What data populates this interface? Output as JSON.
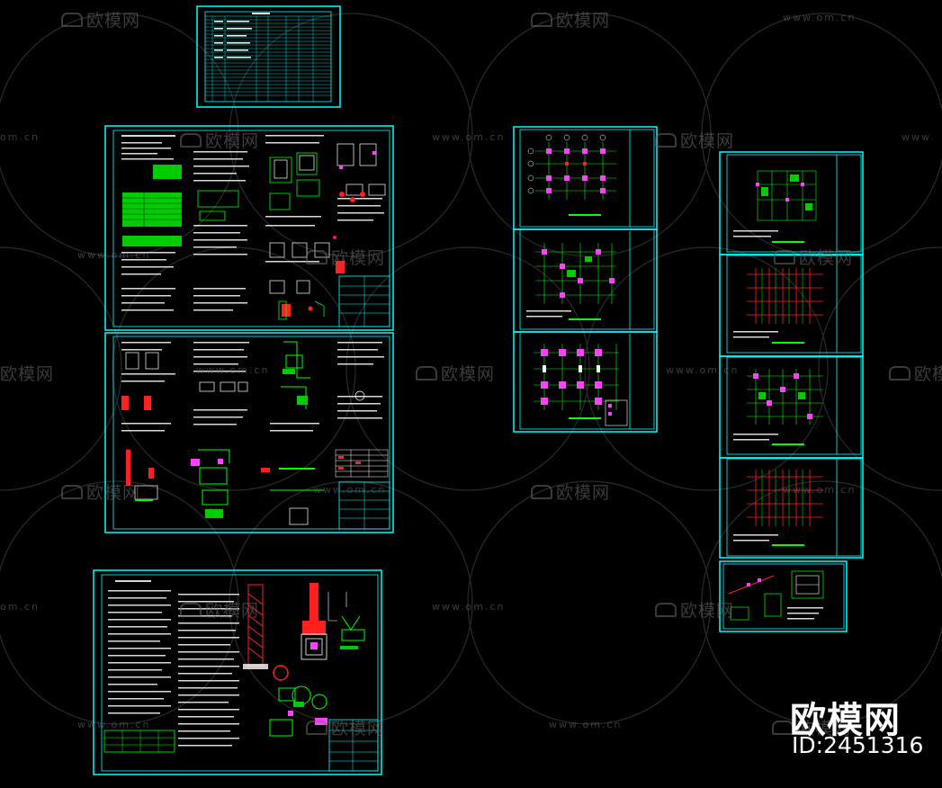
{
  "watermark": {
    "brand_text": "欧模网",
    "url_text": "www.om.cn",
    "url_partial_left": "om.cn",
    "url_partial_right": "www."
  },
  "brand": {
    "name": "欧模网",
    "id_text": "ID:2451316"
  },
  "colors": {
    "background": "#000000",
    "frame": "#00ffff",
    "green": "#00ff00",
    "red": "#ff2020",
    "magenta": "#ff40ff",
    "white": "#ffffff",
    "watermark": "#6b6b6b"
  },
  "sheets": [
    {
      "id": "drawing-index-table",
      "kind": "index-table"
    },
    {
      "id": "structural-notes-sheet-1",
      "kind": "notes"
    },
    {
      "id": "structural-notes-sheet-2",
      "kind": "notes"
    },
    {
      "id": "foundation-details-sheet",
      "kind": "notes"
    },
    {
      "id": "foundation-plan",
      "kind": "plan"
    },
    {
      "id": "column-layout-plan",
      "kind": "plan"
    },
    {
      "id": "pile-cap-plan",
      "kind": "plan"
    },
    {
      "id": "floor-beam-plan-1",
      "kind": "plan"
    },
    {
      "id": "floor-beam-plan-2",
      "kind": "plan"
    },
    {
      "id": "floor-beam-plan-3",
      "kind": "plan"
    },
    {
      "id": "floor-beam-plan-4",
      "kind": "plan"
    },
    {
      "id": "stair-detail-sheet",
      "kind": "detail"
    }
  ]
}
